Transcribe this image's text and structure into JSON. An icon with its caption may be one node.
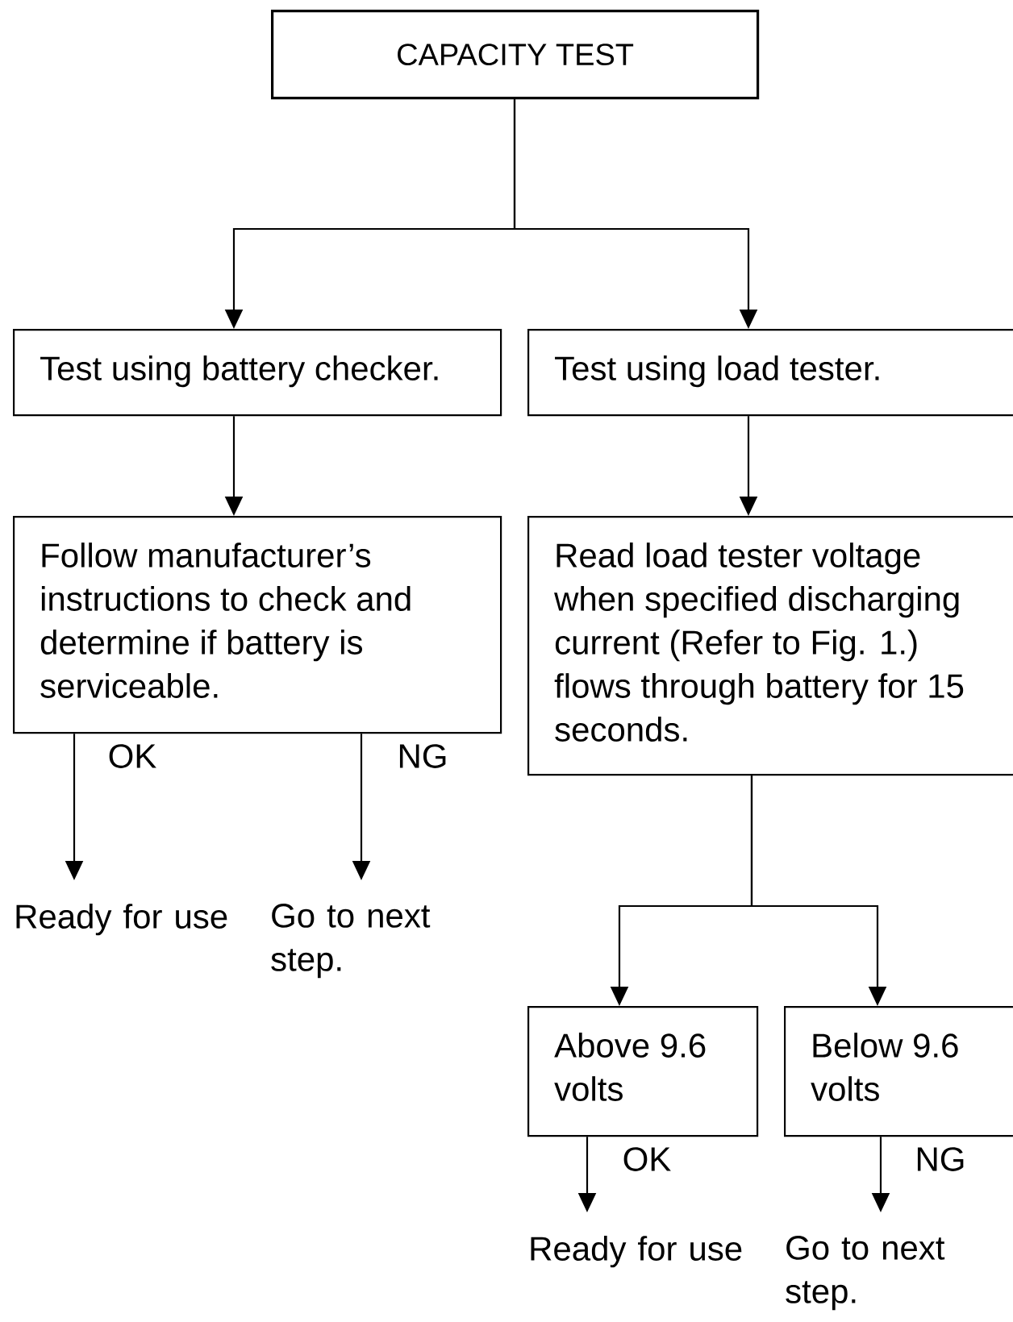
{
  "diagram": {
    "nodes": [
      {
        "text": [
          "CAPACITY TEST"
        ]
      },
      {
        "text": [
          "Test using battery checker."
        ]
      },
      {
        "text": [
          "Test using load tester."
        ]
      },
      {
        "text": [
          "Follow manufacturer’s instructions to check and determine if battery is serviceable."
        ]
      },
      {
        "text": [
          "Read load tester voltage when specified discharging current (Refer to Fig. 1.) flows through battery for 15 seconds."
        ]
      },
      {
        "text": [
          "Ready for use"
        ]
      },
      {
        "text": [
          "Go to next step."
        ]
      },
      {
        "text": [
          "Above 9.6 volts"
        ]
      },
      {
        "text": [
          "Below 9.6 volts"
        ]
      },
      {
        "text": [
          "Ready for use"
        ]
      },
      {
        "text": [
          "Go to next step."
        ]
      }
    ],
    "edges": [
      {
        "from": 0,
        "to": 1,
        "arrow": "to"
      },
      {
        "from": 0,
        "to": 2,
        "arrow": "to"
      },
      {
        "from": 1,
        "to": 3,
        "arrow": "to"
      },
      {
        "from": 2,
        "to": 4,
        "arrow": "to"
      },
      {
        "from": 3,
        "to": 5,
        "arrow": "to",
        "label": "OK"
      },
      {
        "from": 3,
        "to": 6,
        "arrow": "to",
        "label": "NG"
      },
      {
        "from": 4,
        "to": 7,
        "arrow": "to"
      },
      {
        "from": 4,
        "to": 8,
        "arrow": "to"
      },
      {
        "from": 7,
        "to": 9,
        "arrow": "to",
        "label": "OK"
      },
      {
        "from": 8,
        "to": 10,
        "arrow": "to",
        "label": "NG"
      }
    ]
  }
}
